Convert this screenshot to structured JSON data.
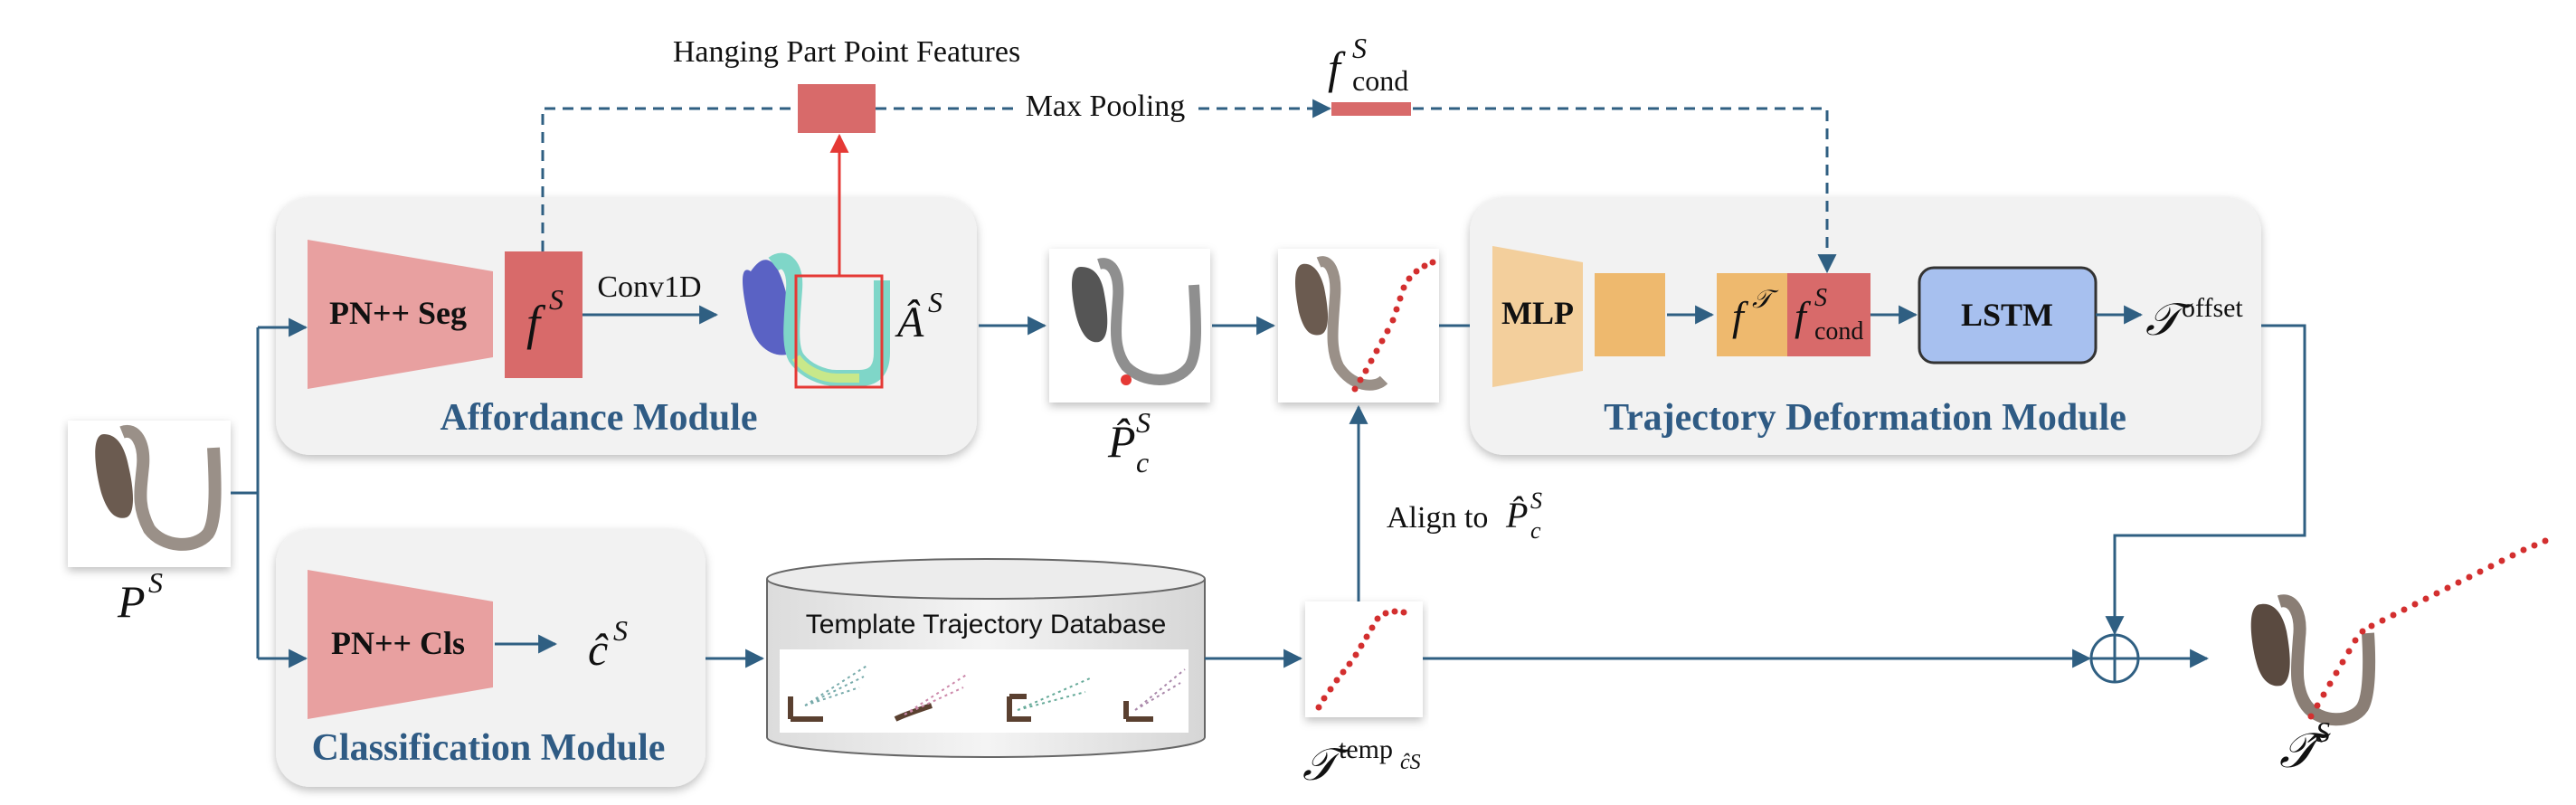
{
  "top": {
    "hanging_part_features": "Hanging Part Point Features",
    "max_pooling": "Max Pooling",
    "f_cond_base": "f",
    "f_cond_sup": "S",
    "f_cond_sub": "cond"
  },
  "affordance": {
    "title": "Affordance Module",
    "pn_seg": "PN++ Seg",
    "f_base": "f",
    "f_sup": "S",
    "conv1d": "Conv1D",
    "a_hat": "Â",
    "a_sup": "S"
  },
  "contact": {
    "p_base": "P̂",
    "p_sup": "S",
    "p_sub": "c"
  },
  "input": {
    "p_base": "P",
    "p_sup": "S"
  },
  "classification": {
    "title": "Classification Module",
    "pn_cls": "PN++ Cls",
    "c_hat": "ĉ",
    "c_sup": "S"
  },
  "database": {
    "title": "Template Trajectory Database"
  },
  "template": {
    "t_base": "𝒯",
    "t_sup": "temp",
    "t_sub": "ĉS"
  },
  "align": {
    "text": "Align to",
    "p_base": "P̂",
    "p_sup": "S",
    "p_sub": "c"
  },
  "deformation": {
    "title": "Trajectory Deformation Module",
    "mlp": "MLP",
    "f_t_base": "f",
    "f_t_sup": "𝒯",
    "f_cond_base": "f",
    "f_cond_sup": "S",
    "f_cond_sub": "cond",
    "lstm": "LSTM",
    "t_offset_base": "𝒯",
    "t_offset_sup": "offset"
  },
  "output": {
    "t_base": "𝒯̂",
    "t_sup": "S"
  },
  "colors": {
    "arrow": "#2f5f82",
    "red_block": "#d86a6a",
    "pink_trap": "#e8a0a0",
    "orange": "#eeb96e",
    "orange_light": "#f3cf9c",
    "lstm_blue": "#a7c0ef",
    "module_bg": "#f2f2f2",
    "title_blue": "#2f5b84",
    "traj_red": "#d32f2f"
  }
}
